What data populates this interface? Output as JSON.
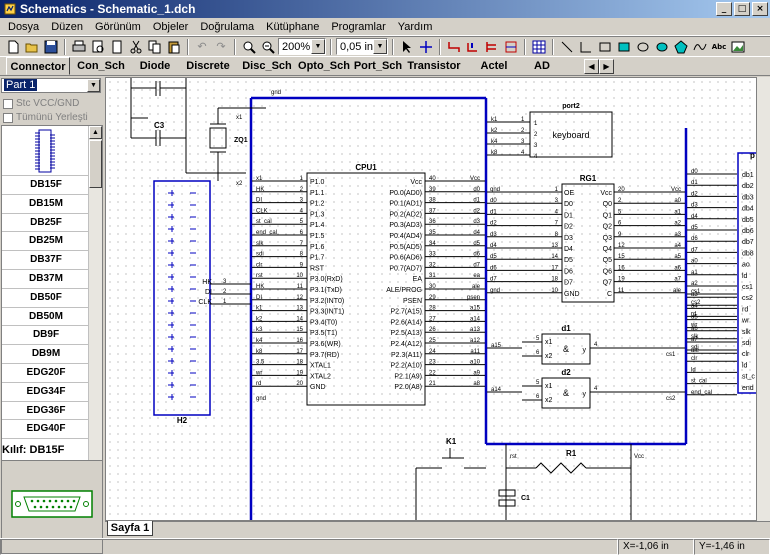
{
  "window": {
    "title": "Schematics - Schematic_1.dch",
    "buttons": [
      "_",
      "□",
      "×"
    ]
  },
  "menu": [
    "Dosya",
    "Düzen",
    "Görünüm",
    "Objeler",
    "Doğrulama",
    "Kütüphane",
    "Programlar",
    "Yardım"
  ],
  "toolbar": {
    "zoom": "200%",
    "grid": "0,05 in"
  },
  "tabs": {
    "active": "Connector",
    "items": [
      "Con_Sch",
      "Diode",
      "Discrete",
      "Disc_Sch",
      "Opto_Sch",
      "Port_Sch",
      "Transistor",
      "Actel",
      "AD"
    ]
  },
  "leftpanel": {
    "part": "Part 1",
    "check1": "Stc VCC/GND",
    "check2": "Tümünü Yerleşti",
    "parts": [
      "DB15F",
      "DB15M",
      "DB25F",
      "DB25M",
      "DB37F",
      "DB37M",
      "DB50F",
      "DB50M",
      "DB9F",
      "DB9M",
      "EDG20F",
      "EDG34F",
      "EDG36F",
      "EDG40F"
    ],
    "kilif": "Kılıf: DB15F"
  },
  "canvas": {
    "cpu_name": "CPU1",
    "cpu_left_pins": [
      "P1.0",
      "P1.1",
      "P1.2",
      "P1.3",
      "P1.4",
      "P1.5",
      "P1.6",
      "P1.7",
      "RST",
      "P3.0(RxD)",
      "P3.1(TxD)",
      "P3.2(INT0)",
      "P3.3(INT1)",
      "P3.4(T0)",
      "P3.5(T1)",
      "P3.6(WR)",
      "P3.7(RD)",
      "XTAL1",
      "XTAL2",
      "GND"
    ],
    "cpu_left_nums": [
      "1",
      "2",
      "3",
      "4",
      "5",
      "6",
      "7",
      "8",
      "9",
      "10",
      "11",
      "12",
      "13",
      "14",
      "15",
      "16",
      "17",
      "18",
      "19",
      "20"
    ],
    "cpu_right_pins": [
      "Vcc",
      "P0.0(AD0)",
      "P0.1(AD1)",
      "P0.2(AD2)",
      "P0.3(AD3)",
      "P0.4(AD4)",
      "P0.5(AD5)",
      "P0.6(AD6)",
      "P0.7(AD7)",
      "EA",
      "ALE/PROG",
      "PSEN",
      "P2.7(A15)",
      "P2.6(A14)",
      "P2.5(A13)",
      "P2.4(A12)",
      "P2.3(A11)",
      "P2.2(A10)",
      "P2.1(A9)",
      "P2.0(A8)"
    ],
    "cpu_right_nums": [
      "40",
      "39",
      "38",
      "37",
      "36",
      "35",
      "34",
      "33",
      "32",
      "31",
      "30",
      "29",
      "28",
      "27",
      "26",
      "25",
      "24",
      "23",
      "22",
      "21"
    ],
    "cpu_left_nets": [
      "x1",
      "HK",
      "DI",
      "CLK",
      "st_cal",
      "end_cal",
      "slk",
      "sdi",
      "clr",
      "rst",
      "HK",
      "DI",
      "k1",
      "k2",
      "k3",
      "k4",
      "k8",
      "3.5",
      "wr",
      "rd"
    ],
    "cpu_left_nets2": [
      "x2",
      "gnd"
    ],
    "cpu_right_nets": [
      "Vcc",
      "d0",
      "d1",
      "d2",
      "d3",
      "d4",
      "d5",
      "d6",
      "d7",
      "ea",
      "ale",
      "psen",
      "a15",
      "a14",
      "a13",
      "a12",
      "a11",
      "a10",
      "a9",
      "a8"
    ],
    "rg_name": "RG1",
    "rg_left_pins": [
      "OE",
      "D0",
      "D1",
      "D2",
      "D3",
      "D4",
      "D5",
      "D6",
      "D7",
      "GND"
    ],
    "rg_right_pins": [
      "Vcc",
      "Q0",
      "Q1",
      "Q2",
      "Q3",
      "Q4",
      "Q5",
      "Q6",
      "Q7",
      "C"
    ],
    "rg_left_nums": [
      "1",
      "3",
      "4",
      "7",
      "8",
      "13",
      "14",
      "17",
      "18",
      "10"
    ],
    "rg_right_nums": [
      "20",
      "2",
      "5",
      "6",
      "9",
      "12",
      "15",
      "16",
      "19",
      "11"
    ],
    "rg_left_nets": [
      "gnd",
      "d0",
      "d1",
      "d2",
      "d3",
      "d4",
      "d5",
      "d6",
      "d7",
      "gnd"
    ],
    "rg_right_nets": [
      "Vcc",
      "a0",
      "a1",
      "a2",
      "a3",
      "a4",
      "a5",
      "a6",
      "a7",
      "ale"
    ],
    "port_name": "port2",
    "port_label": "keyboard",
    "port_nets": [
      "k1",
      "k2",
      "k4",
      "k8"
    ],
    "port_nums": [
      "1",
      "2",
      "3",
      "4"
    ],
    "c3": "C3",
    "zq1": "ZQ1",
    "h2": "H2",
    "h2_pins": [
      "HK",
      "DI",
      "CLK"
    ],
    "h2_nums": [
      "3",
      "2",
      "1"
    ],
    "d1": "d1",
    "d2": "d2",
    "d1_nets": [
      "a15",
      "cs1"
    ],
    "d2_nets": [
      "a14",
      "cs2"
    ],
    "gate_pins": [
      "x1",
      "x2",
      "y"
    ],
    "gate_op": "&",
    "k1": "K1",
    "r1": "R1",
    "c1": "C1",
    "rst_net": "rst",
    "vcc_net": "Vcc",
    "gnd_net": "gnd",
    "right_nets_a": [
      "d0",
      "d1",
      "d2",
      "d3",
      "d4",
      "d5",
      "d6",
      "d7",
      "a0",
      "a1",
      "a2",
      "a3",
      "a4",
      "a5",
      "a6",
      "a7",
      "ale"
    ],
    "right_nets_b": [
      "cs1",
      "cs2",
      "rd",
      "wr",
      "slk",
      "sdi",
      "clr",
      "ld",
      "st_cal",
      "end_cal"
    ],
    "right_nets_c": [
      "db1",
      "db2",
      "db3",
      "db4",
      "db5",
      "db6",
      "db7",
      "db8",
      "ao",
      "ld",
      "cs1",
      "cs2",
      "rd",
      "wr",
      "slk",
      "sdi",
      "clr",
      "ld",
      "st_c",
      "end"
    ],
    "partial_label": "p"
  },
  "sheet_tab": "Sayfa 1",
  "status": {
    "x": "X=-1,06 in",
    "y": "Y=-1,46 in"
  }
}
